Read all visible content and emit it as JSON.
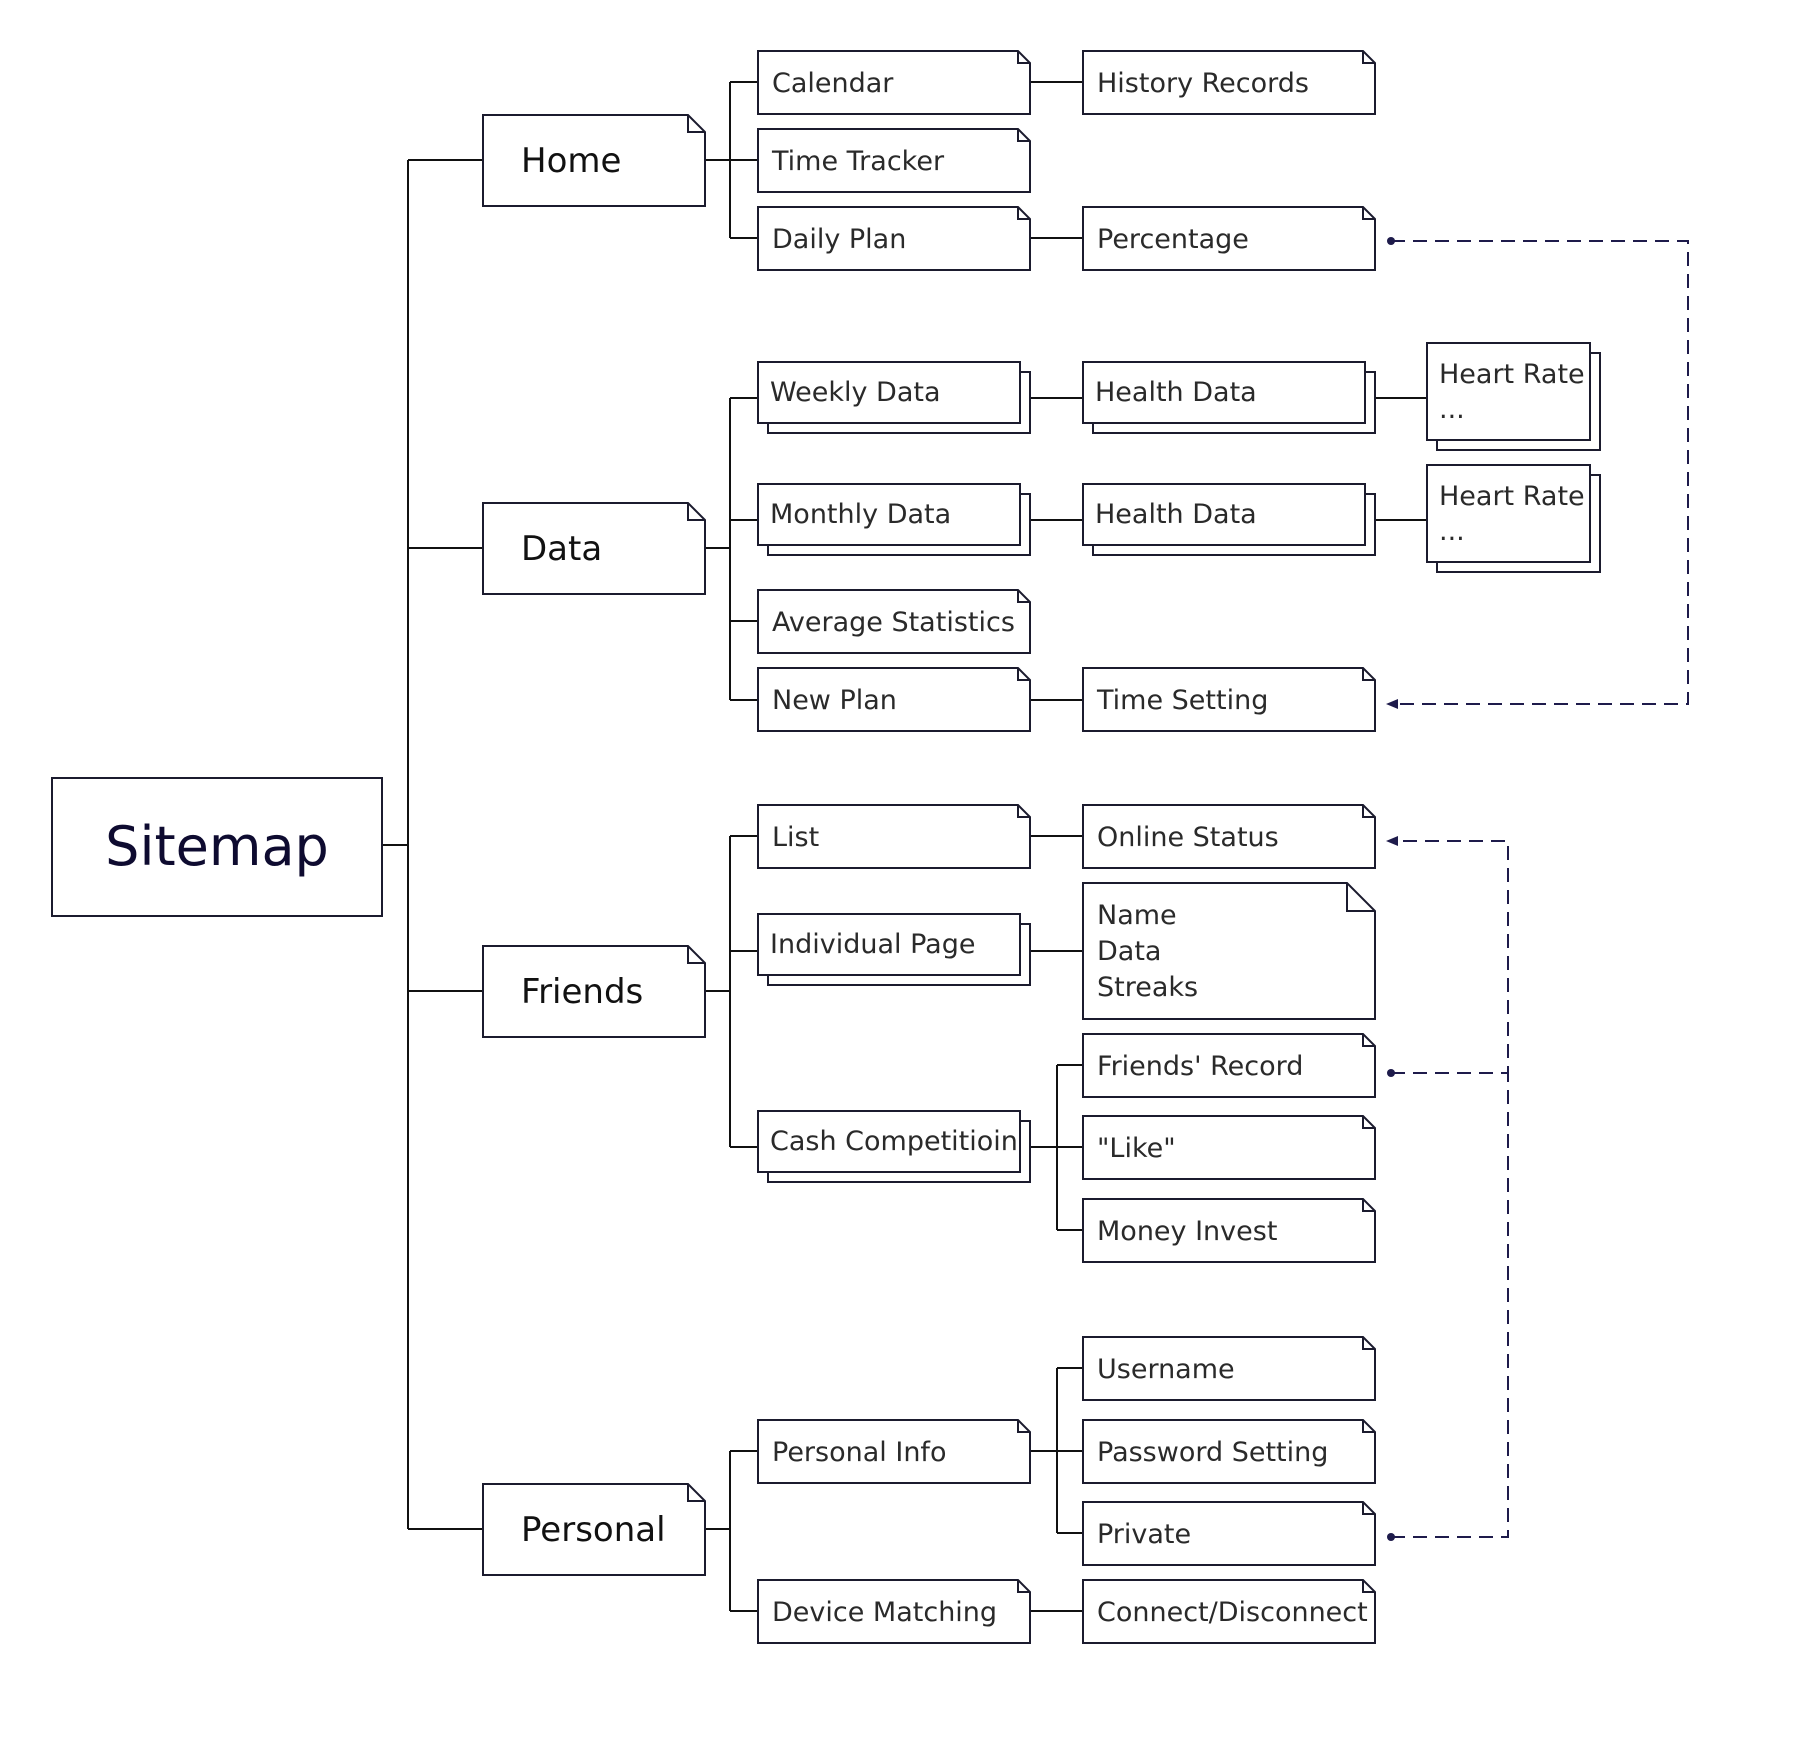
{
  "root": {
    "label": "Sitemap"
  },
  "sections": {
    "home": {
      "label": "Home",
      "calendar": "Calendar",
      "history_records": "History Records",
      "time_tracker": "Time Tracker",
      "daily_plan": "Daily Plan",
      "percentage": "Percentage"
    },
    "data": {
      "label": "Data",
      "weekly_data": "Weekly Data",
      "weekly_health_data": "Health Data",
      "weekly_heart_rate": "Heart Rate",
      "weekly_heart_rate_more": "...",
      "monthly_data": "Monthly Data",
      "monthly_health_data": "Health Data",
      "monthly_heart_rate": "Heart Rate",
      "monthly_heart_rate_more": "...",
      "average_statistics": "Average Statistics",
      "new_plan": "New Plan",
      "time_setting": "Time Setting"
    },
    "friends": {
      "label": "Friends",
      "list": "List",
      "online_status": "Online Status",
      "individual_page": "Individual Page",
      "profile_lines": [
        "Name",
        "Data",
        "Streaks"
      ],
      "cash_competition": "Cash Competitioin",
      "friends_record": "Friends' Record",
      "like": "\"Like\"",
      "money_invest": "Money Invest"
    },
    "personal": {
      "label": "Personal",
      "personal_info": "Personal Info",
      "username": "Username",
      "password_setting": "Password Setting",
      "private": "Private",
      "device_matching": "Device Matching",
      "connect_disconnect": "Connect/Disconnect"
    }
  },
  "colors": {
    "line": "#111111",
    "box_border": "#1b1b2e",
    "root_text": "#0e0b30",
    "dashed_link": "#1e1b4b"
  }
}
